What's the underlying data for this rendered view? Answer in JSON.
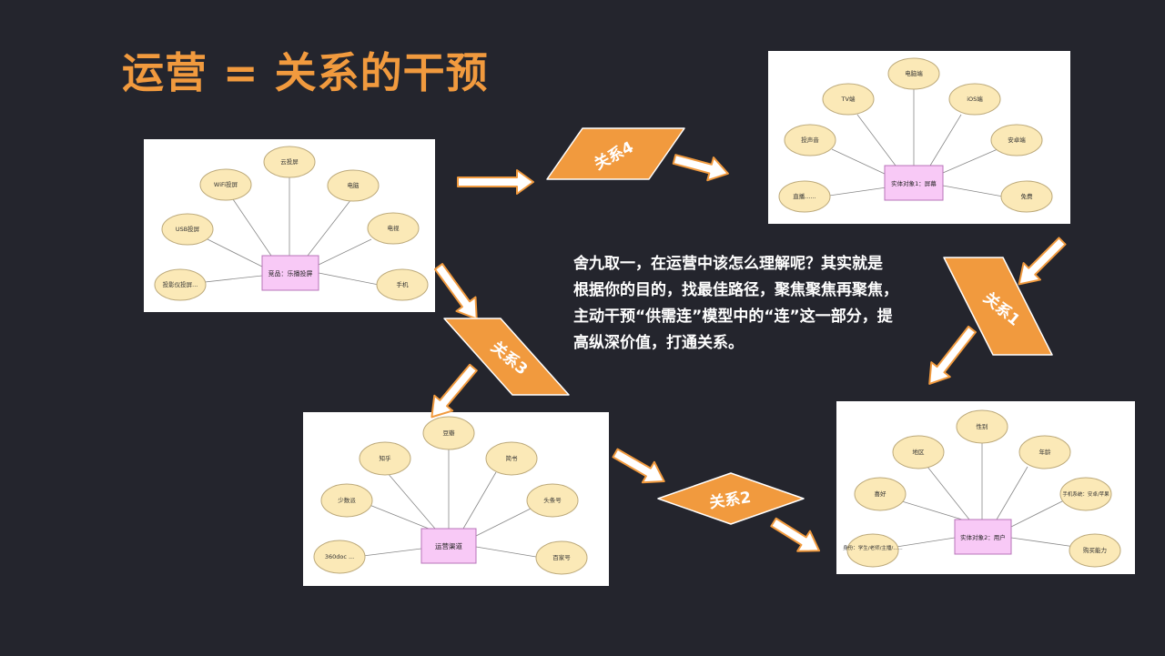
{
  "title": "运营 = 关系的干预",
  "body_lines": [
    "舍九取一，在运营中该怎么理解呢？其实就是",
    "根据你的目的，找最佳路径，聚焦聚焦再聚焦，",
    "主动干预“供需连”模型中的“连”这一部分，提",
    "高纵深价值，打通关系。"
  ],
  "relations": [
    "关系4",
    "关系1",
    "关系3",
    "关系2"
  ],
  "diagrams": {
    "product": {
      "center": "竞品：乐播投屏",
      "nodes": [
        "投影仪投屏...",
        "USB投屏",
        "WiFi投屏",
        "云投屏",
        "电脑",
        "电视",
        "手机"
      ]
    },
    "screen": {
      "center": "实体对象1：屏幕",
      "nodes": [
        "直播......",
        "投声音",
        "TV端",
        "电脑端",
        "iOS端",
        "安卓端",
        "免费"
      ]
    },
    "channel": {
      "center": "运营渠道",
      "nodes": [
        "360doc ...",
        "少数派",
        "知乎",
        "豆瓣",
        "简书",
        "头条号",
        "百家号"
      ]
    },
    "user": {
      "center": "实体对象2：用户",
      "nodes": [
        "身份：学生/老师/主播/......",
        "喜好",
        "地区",
        "性别",
        "年龄",
        "手机系统：安卓/苹果",
        "购买能力"
      ]
    }
  },
  "colors": {
    "background": "#24252d",
    "accent": "#f19a3e",
    "ellipse_fill": "#fbe9b7",
    "ellipse_stroke": "#bca97a",
    "center_fill": "#f8c9f6",
    "center_stroke": "#b774b8",
    "arrow_fill": "#ffffff",
    "arrow_stroke": "#f19a3e"
  }
}
